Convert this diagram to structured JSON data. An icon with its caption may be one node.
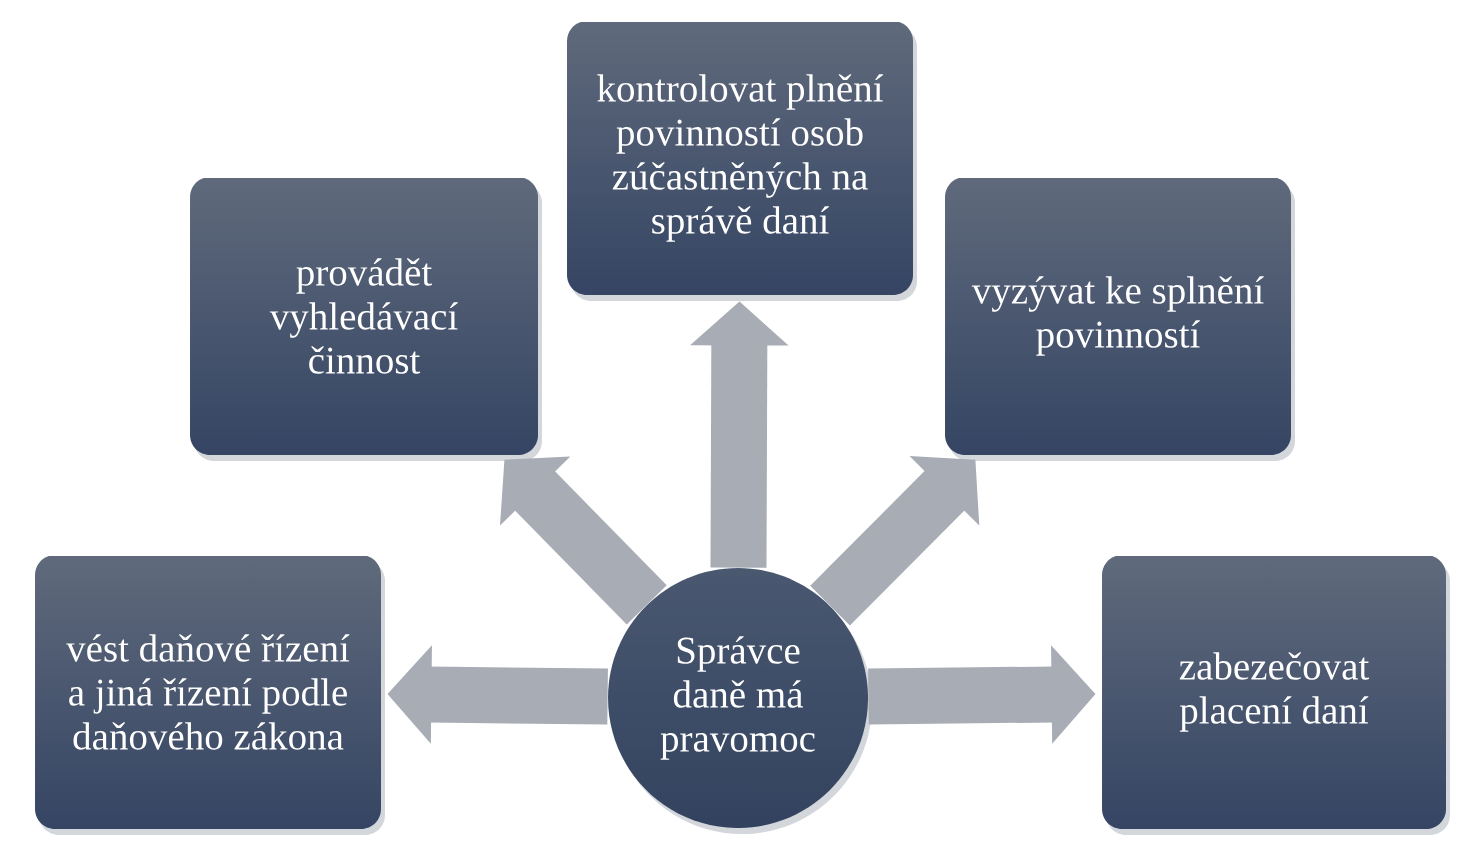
{
  "diagram": {
    "nodes": [
      {
        "text": [
          "kontrolovat plnění povinností osob zúčastněných na správě daní"
        ]
      },
      {
        "text": [
          "provádět vyhledávací činnost"
        ]
      },
      {
        "text": [
          "vyzývat ke splnění povinností"
        ]
      },
      {
        "text": [
          "vést daňové řízení a jiná řízení podle daňového zákona"
        ]
      },
      {
        "text": [
          "Správce daně má pravomoc"
        ]
      },
      {
        "text": [
          "zabezečovat placení daní"
        ]
      }
    ],
    "edges": [
      {
        "from": 4,
        "to": 3,
        "arrow": "to"
      },
      {
        "from": 4,
        "to": 1,
        "arrow": "to"
      },
      {
        "from": 4,
        "to": 0,
        "arrow": "to"
      },
      {
        "from": 4,
        "to": 2,
        "arrow": "to"
      },
      {
        "from": 4,
        "to": 5,
        "arrow": "to"
      }
    ]
  }
}
